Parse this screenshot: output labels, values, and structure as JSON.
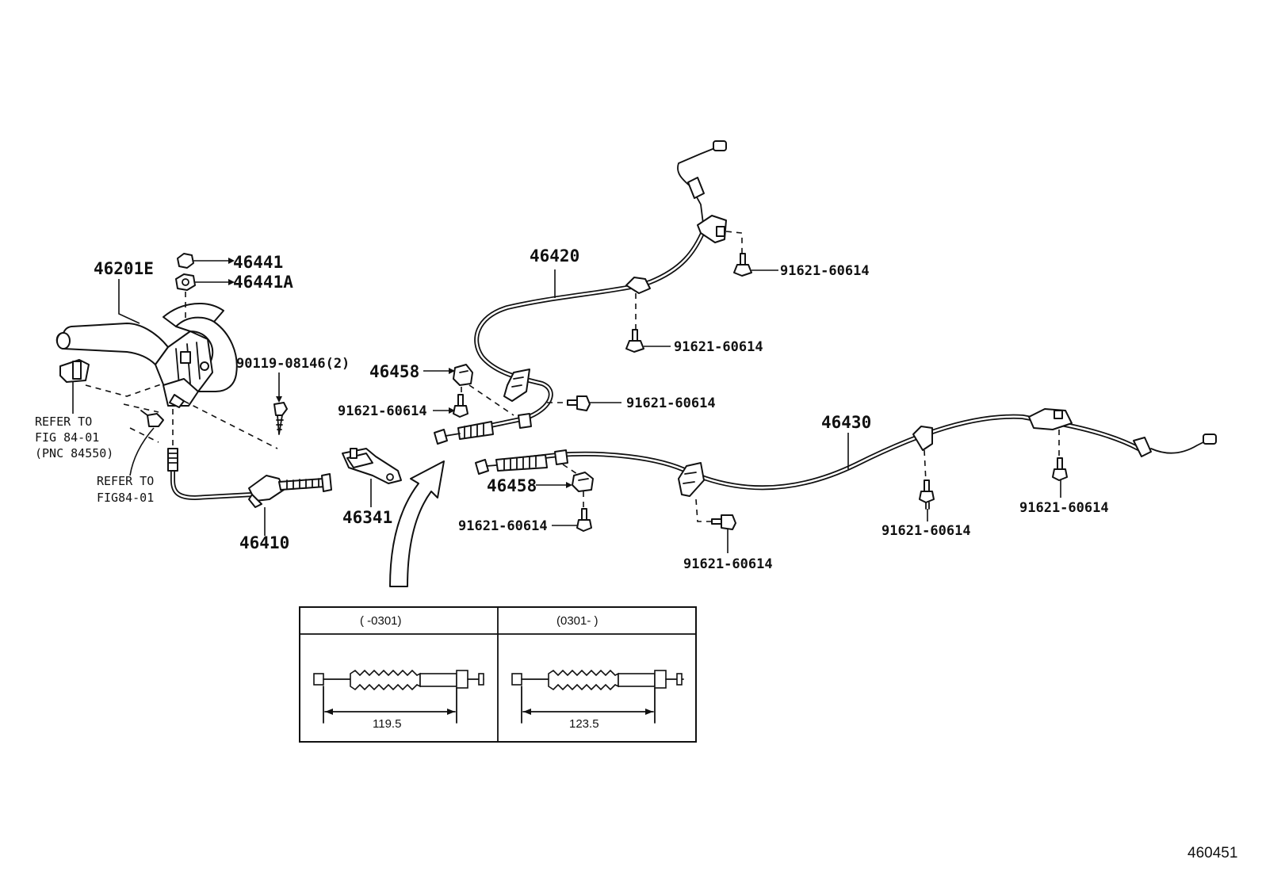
{
  "labels": {
    "lever": "46201E",
    "nut": "46441",
    "nut_a": "46441A",
    "screw": "90119-08146(2)",
    "cable_front": "46410",
    "bracket": "46341",
    "cable_left": "46420",
    "cable_right": "46430",
    "clip_left": "46458",
    "clip_right": "46458",
    "bolt_left_clip": "91621-60614",
    "bolt_left_top": "91621-60614",
    "bolt_left_mid": "91621-60614",
    "bolt_left_bracket": "91621-60614",
    "bolt_right_clip": "91621-60614",
    "bolt_right_a": "91621-60614",
    "bolt_right_b": "91621-60614",
    "bolt_right_c": "91621-60614"
  },
  "notes": {
    "refer_a_line1": "REFER TO",
    "refer_a_line2": "FIG 84-01",
    "refer_a_line3": "(PNC 84550)",
    "refer_b_line1": "REFER TO",
    "refer_b_line2": "FIG84-01"
  },
  "detail_box": {
    "left_header": "(       -0301)",
    "right_header": "(0301-       )",
    "left_dimension": "119.5",
    "right_dimension": "123.5"
  },
  "figure_id": "460451"
}
